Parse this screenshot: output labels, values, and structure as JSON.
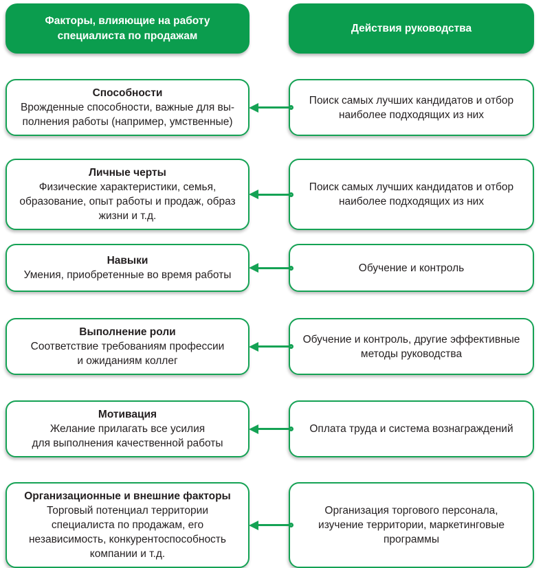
{
  "colors": {
    "green_fill": "#0b9d4e",
    "green_border": "#14a254",
    "text": "#231f20",
    "background": "#ffffff"
  },
  "headers": {
    "factors": "Факторы, влияющие на работу\nспециалиста по продажам",
    "actions": "Действия руководства"
  },
  "rows": [
    {
      "factor": {
        "title": "Способности",
        "body": "Врожденные способности, важные для вы-\nполнения работы (например, умственные)"
      },
      "action": "Поиск самых лучших кандидатов и отбор\nнаиболее подходящих из них"
    },
    {
      "factor": {
        "title": "Личные черты",
        "body": "Физические характеристики, семья,\nобразование, опыт работы и продаж, образ\nжизни и т.д."
      },
      "action": "Поиск самых лучших кандидатов и отбор\nнаиболее подходящих из них"
    },
    {
      "factor": {
        "title": "Навыки",
        "body": "Умения, приобретенные во время работы"
      },
      "action": "Обучение и контроль"
    },
    {
      "factor": {
        "title": "Выполнение роли",
        "body": "Соответствие требованиям профессии\nи ожиданиям коллег"
      },
      "action": "Обучение и контроль, другие эффективные\nметоды руководства"
    },
    {
      "factor": {
        "title": "Мотивация",
        "body": "Желание прилагать все усилия\nдля выполнения качественной работы"
      },
      "action": "Оплата труда и система вознаграждений"
    },
    {
      "factor": {
        "title": "Организационные и внешние факторы",
        "body": "Торговый потенциал территории\nспециалиста по продажам, его\nнезависимость, конкурентоспособность\nкомпании и т.д."
      },
      "action": "Организация торгового персонала,\nизучение территории, маркетинговые\nпрограммы"
    }
  ]
}
